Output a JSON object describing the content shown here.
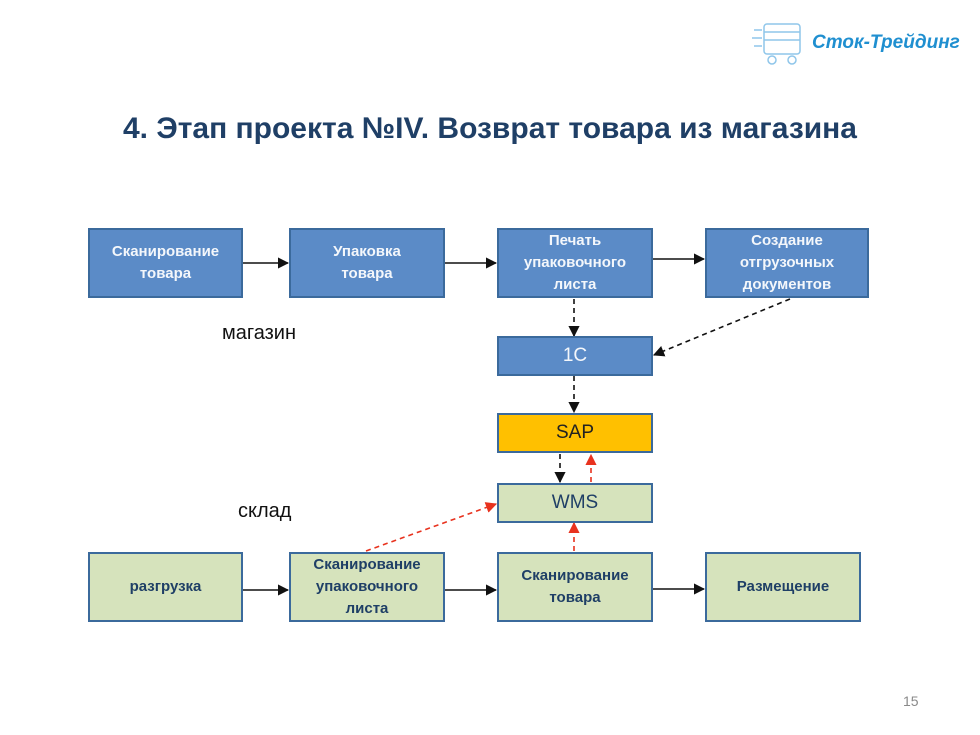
{
  "logo": {
    "text": "Сток-Трейдинг",
    "icon": "truck-icon"
  },
  "title": "4. Этап проекта №IV. Возврат товара из магазина",
  "labels": {
    "store": "магазин",
    "warehouse": "склад"
  },
  "store_flow": [
    "Сканирование\nтовара",
    "Упаковка\nтовара",
    "Печать\nупаковочного\nлиста",
    "Создание\nотгрузочных\nдокументов"
  ],
  "systems": {
    "c1": "1С",
    "sap": "SAP",
    "wms": "WMS"
  },
  "warehouse_flow": [
    "разгрузка",
    "Сканирование\nупаковочного\nлиста",
    "Сканирование\nтовара",
    "Размещение"
  ],
  "page_number": "15",
  "colors": {
    "store_box": "#5b8bc7",
    "warehouse_box": "#d6e3bc",
    "sap_box": "#ffc000",
    "title": "#1f3f66",
    "data_arrow": "#111111",
    "feedback_arrow": "#e8321e"
  }
}
